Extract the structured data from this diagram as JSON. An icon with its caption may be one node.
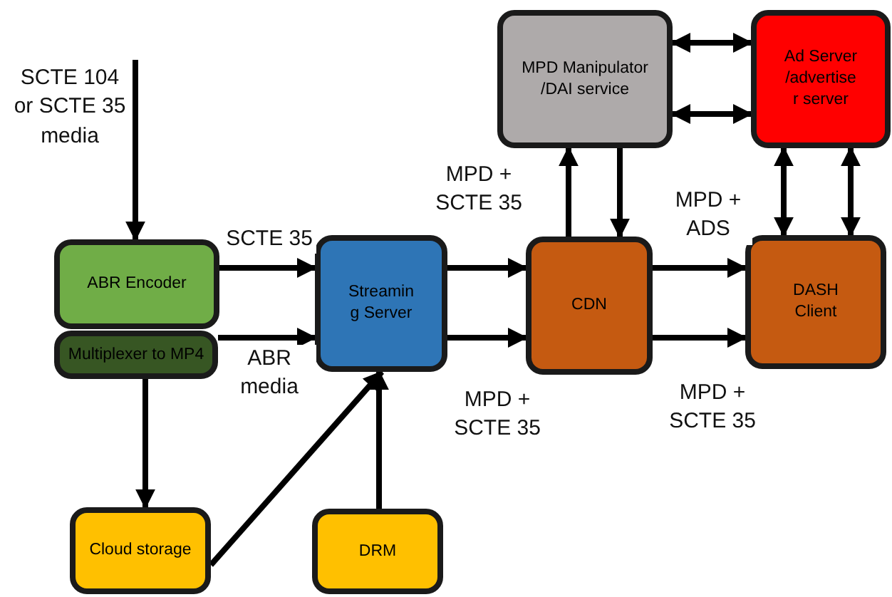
{
  "diagram": {
    "nodes": [
      {
        "text": [
          "ABR Encoder"
        ]
      },
      {
        "text": [
          "Multiplexer to MP4"
        ]
      },
      {
        "text": [
          "Streamin g Server"
        ]
      },
      {
        "text": [
          "MPD Manipulator /DAI service"
        ]
      },
      {
        "text": [
          "Ad Server /advertise r server"
        ]
      },
      {
        "text": [
          "CDN"
        ]
      },
      {
        "text": [
          "DASH Client"
        ]
      },
      {
        "text": [
          "Cloud storage"
        ]
      },
      {
        "text": [
          "DRM"
        ]
      }
    ],
    "edges": [
      {
        "from": null,
        "to": 0,
        "arrow": "to",
        "label": "SCTE 104 or SCTE 35 media"
      },
      {
        "from": 0,
        "to": 2,
        "arrow": "to",
        "label": "SCTE 35"
      },
      {
        "from": 1,
        "to": 2,
        "arrow": "to",
        "label": "ABR media"
      },
      {
        "from": 1,
        "to": 7,
        "arrow": "to"
      },
      {
        "from": 7,
        "to": 2,
        "arrow": "to"
      },
      {
        "from": 8,
        "to": 2,
        "arrow": "to"
      },
      {
        "from": 2,
        "to": 5,
        "arrow": "to",
        "label": "MPD + SCTE 35"
      },
      {
        "from": 2,
        "to": 5,
        "arrow": "to",
        "label": "MPD + SCTE 35"
      },
      {
        "from": 5,
        "to": 3,
        "arrow": "to"
      },
      {
        "from": 3,
        "to": 5,
        "arrow": "to"
      },
      {
        "from": 5,
        "to": 6,
        "arrow": "to",
        "label": "MPD + ADS"
      },
      {
        "from": 5,
        "to": 6,
        "arrow": "to",
        "label": "MPD + SCTE 35"
      },
      {
        "from": 3,
        "to": 4,
        "arrow": "both"
      },
      {
        "from": 3,
        "to": 4,
        "arrow": "both"
      },
      {
        "from": 4,
        "to": 6,
        "arrow": "both"
      },
      {
        "from": 4,
        "to": 6,
        "arrow": "both"
      }
    ]
  }
}
